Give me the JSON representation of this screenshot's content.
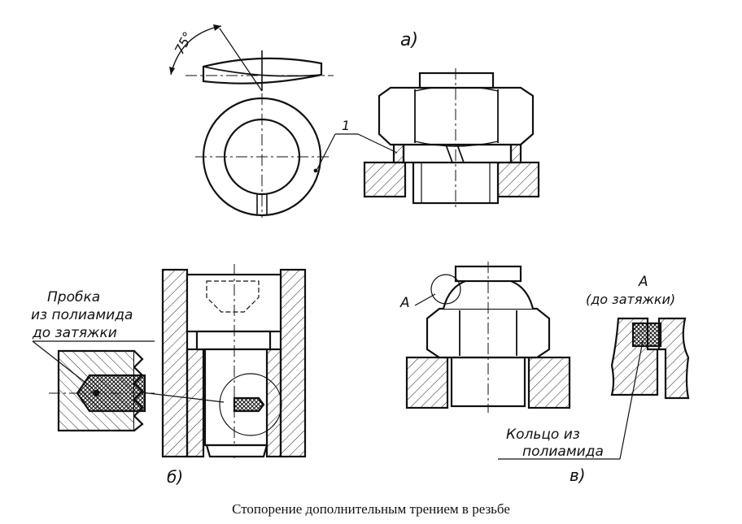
{
  "labels": {
    "angle": "75°",
    "fig_a": "а)",
    "fig_b": "б)",
    "fig_v": "в)",
    "washer_callout": "1",
    "plug_line1": "Пробка",
    "plug_line2": "из полиамида",
    "plug_line3": "до затяжки",
    "detail_callout": "A",
    "detail_title": "A",
    "detail_subtitle": "(до затяжки)",
    "ring_line1": "Кольцо из",
    "ring_line2": "полиамида"
  },
  "caption": "Стопорение дополнительным трением в резьбе"
}
